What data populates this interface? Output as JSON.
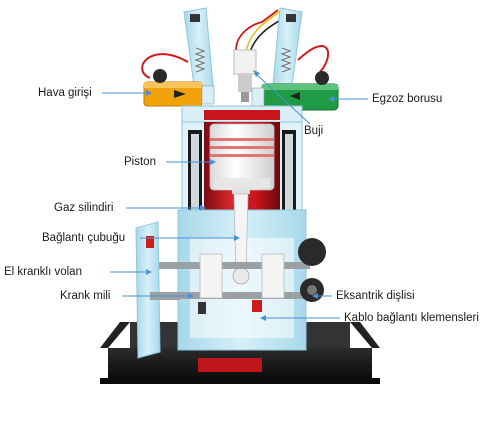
{
  "labels": {
    "air_intake": "Hava girişi",
    "exhaust_pipe": "Egzoz borusu",
    "spark_plug": "Buji",
    "piston": "Piston",
    "gas_cylinder": "Gaz silindiri",
    "connecting_rod": "Bağlantı çubuğu",
    "hand_crank_flywheel": "El kranklı volan",
    "crankshaft": "Krank mili",
    "eccentric_gear": "Eksantrik dişlisi",
    "cable_terminals": "Kablo bağlantı klemensleri"
  },
  "colors": {
    "frame": "#bfe6f2",
    "intake_pipe": "#f2a20a",
    "exhaust_pipe": "#1f9a45",
    "cylinder": "#c8141c",
    "base": "#1b1b1b",
    "leader_line": "#4a90d9"
  }
}
